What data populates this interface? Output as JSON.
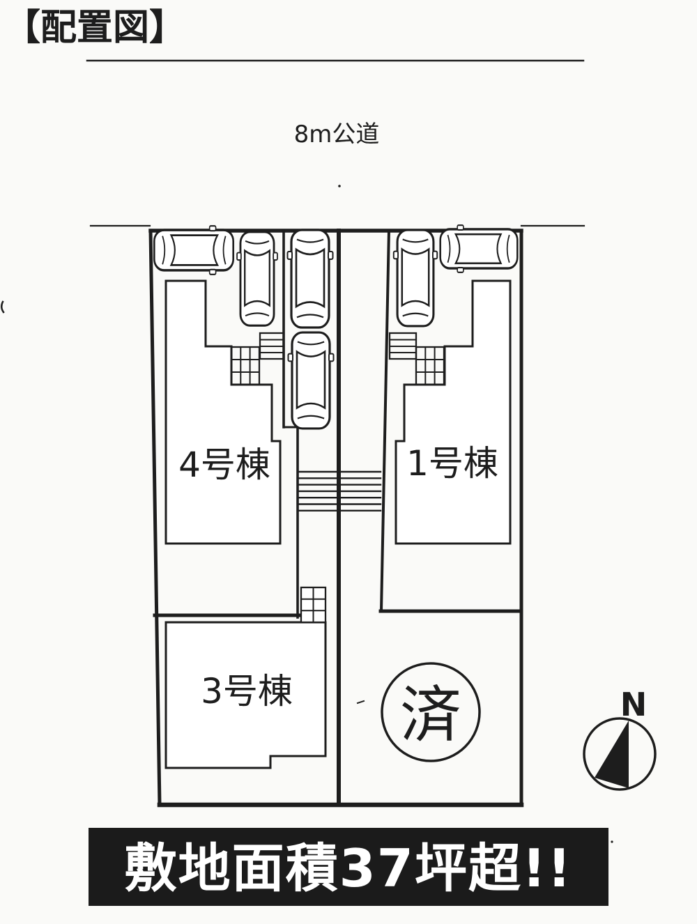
{
  "page": {
    "title": "【配置図】",
    "road_label": "8m公道",
    "buildings": [
      {
        "id": "4",
        "label": "4号棟"
      },
      {
        "id": "1",
        "label": "1号棟"
      },
      {
        "id": "3",
        "label": "3号棟"
      }
    ],
    "sold_mark": "済",
    "compass_label": "N",
    "banner": "敷地面積37坪超!!",
    "colors": {
      "ink": "#1d1d1d",
      "paper": "#fafaf8",
      "banner_bg": "#1b1b1b",
      "banner_text": "#ffffff"
    }
  }
}
